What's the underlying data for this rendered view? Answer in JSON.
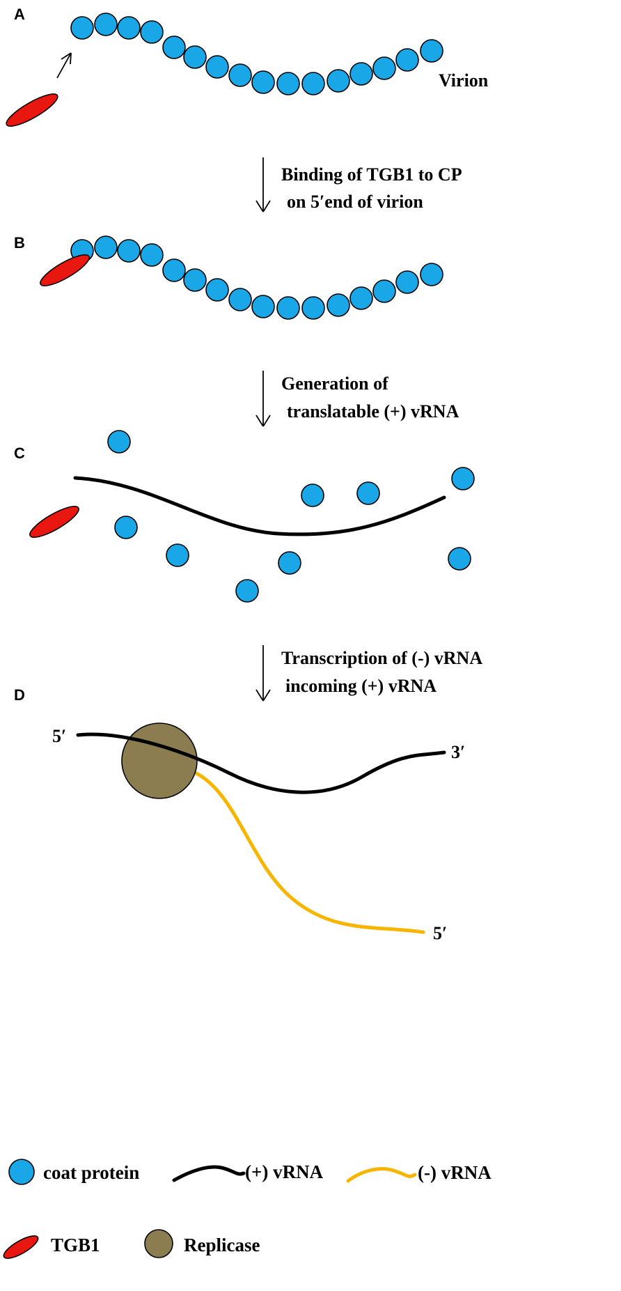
{
  "panels": {
    "a": {
      "label": "A",
      "virion_label": "Virion"
    },
    "b": {
      "label": "B"
    },
    "c": {
      "label": "C"
    },
    "d": {
      "label": "D",
      "plus_5prime": "5′",
      "plus_3prime": "3′",
      "minus_5prime": "5′"
    }
  },
  "steps": [
    {
      "line1": "Binding of TGB1 to CP",
      "line2": "on 5′end of virion"
    },
    {
      "line1": "Generation  of",
      "line2": "translatable  (+)  vRNA"
    },
    {
      "line1": "Transcription of (-) vRNA",
      "line2": "incoming (+) vRNA"
    }
  ],
  "legend": {
    "coat_protein": "coat protein",
    "plus_rna": "(+) vRNA",
    "minus_rna": "(-) vRNA",
    "tgb1": "TGB1",
    "replicase": "Replicase"
  },
  "colors": {
    "coat_protein": "#1aa7e8",
    "tgb1": "#e8170f",
    "plus_rna": "#000000",
    "minus_rna": "#f7b500",
    "replicase": "#8b7d4f"
  }
}
